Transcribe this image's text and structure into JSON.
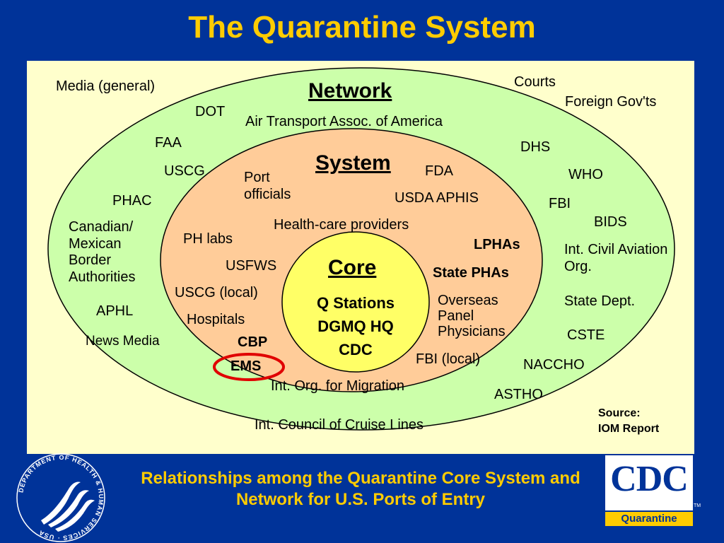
{
  "title": "The Quarantine System",
  "headings": {
    "network": "Network",
    "system": "System",
    "core": "Core"
  },
  "core_items": [
    "Q Stations",
    "DGMQ HQ",
    "CDC"
  ],
  "network_labels": {
    "media_general": "Media (general)",
    "courts": "Courts",
    "foreign_govts": "Foreign Gov'ts",
    "dot": "DOT",
    "air_transport": "Air Transport Assoc. of America",
    "faa": "FAA",
    "dhs": "DHS",
    "uscg": "USCG",
    "who": "WHO",
    "phac": "PHAC",
    "fbi": "FBI",
    "bids": "BIDS",
    "canadian_mexican": "Canadian/ Mexican Border Authorities",
    "int_civil_aviation": "Int. Civil Aviation Org.",
    "state_dept": "State Dept.",
    "aphl": "APHL",
    "cste": "CSTE",
    "news_media": "News Media",
    "naccho": "NACCHO",
    "astho": "ASTHO",
    "cruise_lines": "Int. Council of Cruise Lines"
  },
  "system_labels": {
    "port_officials": "Port officials",
    "fda": "FDA",
    "usda_aphis": "USDA APHIS",
    "healthcare_providers": "Health-care providers",
    "ph_labs": "PH labs",
    "lphas": "LPHAs",
    "usfws": "USFWS",
    "state_phas": "State PHAs",
    "uscg_local": "USCG (local)",
    "overseas_panel": "Overseas Panel Physicians",
    "hospitals": "Hospitals",
    "cbp": "CBP",
    "ems": "EMS",
    "fbi_local": "FBI (local)",
    "int_org_migration": "Int. Org. for Migration"
  },
  "source": {
    "label": "Source:",
    "value": "IOM Report"
  },
  "caption": "Relationships among the Quarantine Core System and Network for U.S. Ports of Entry",
  "logos": {
    "cdc_text": "CDC",
    "quarantine_text": "Quarantine",
    "tm": "TM",
    "hhs_seal_text": "DEPARTMENT OF HEALTH & HUMAN SERVICES · USA"
  },
  "colors": {
    "background": "#003399",
    "title": "#ffcc00",
    "panel": "#ffffcc",
    "network_oval": "#ccffaa",
    "system_oval": "#ffcc99",
    "core_circle": "#ffff66",
    "highlight_ring": "#e00000"
  }
}
